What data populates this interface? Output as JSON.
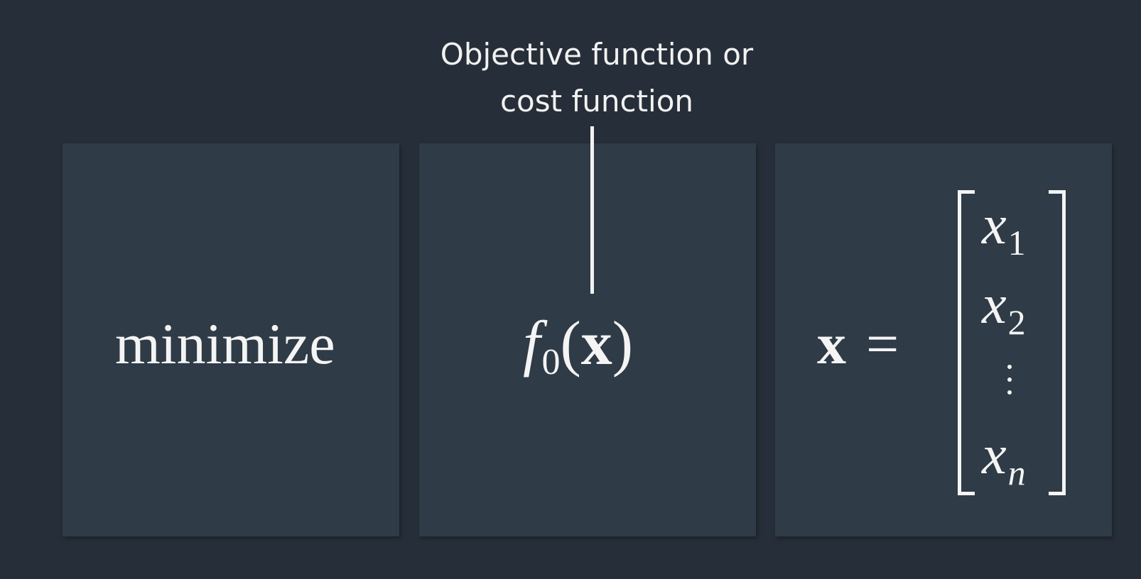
{
  "annotation": {
    "line1": "Objective function or",
    "line2": "cost function"
  },
  "panels": {
    "left": {
      "text": "minimize"
    },
    "middle": {
      "function": "f",
      "subscript": "0",
      "open": "(",
      "argument": "x",
      "close": ")"
    },
    "right": {
      "lhs": "x",
      "equals": "=",
      "entries": [
        {
          "var": "x",
          "sub": "1"
        },
        {
          "var": "x",
          "sub": "2"
        },
        {
          "var": "x",
          "sub": "n"
        }
      ]
    }
  },
  "colors": {
    "background": "#262f39",
    "panel": "#2f3b46",
    "text": "#f4f4f4"
  }
}
